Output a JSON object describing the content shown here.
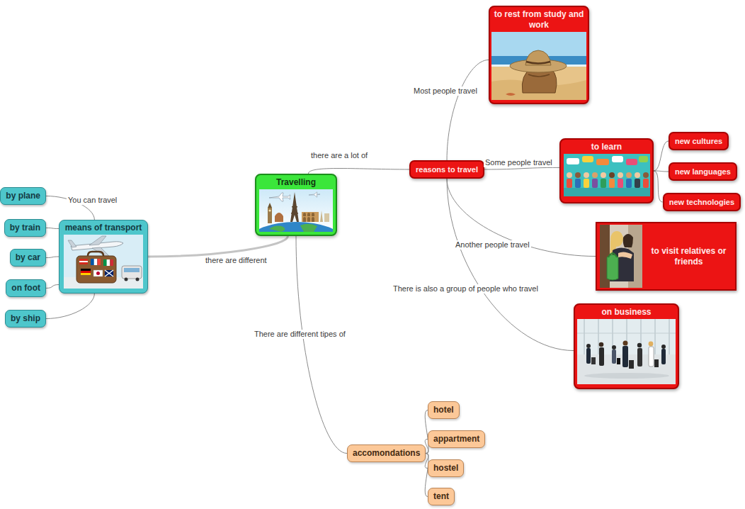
{
  "diagram": {
    "nodes": [
      {
        "text": [
          "Travelling"
        ]
      },
      {
        "text": [
          "means of transport"
        ]
      },
      {
        "text": [
          "by plane"
        ]
      },
      {
        "text": [
          "by train"
        ]
      },
      {
        "text": [
          "by car"
        ]
      },
      {
        "text": [
          "on foot"
        ]
      },
      {
        "text": [
          "by ship"
        ]
      },
      {
        "text": [
          "reasons to travel"
        ]
      },
      {
        "text": [
          "to rest from study and work"
        ]
      },
      {
        "text": [
          "to learn"
        ]
      },
      {
        "text": [
          "new cultures"
        ]
      },
      {
        "text": [
          "new languages"
        ]
      },
      {
        "text": [
          "new technologies"
        ]
      },
      {
        "text": [
          "to visit relatives or friends"
        ]
      },
      {
        "text": [
          "on business"
        ]
      },
      {
        "text": [
          "accomondations"
        ]
      },
      {
        "text": [
          "hotel"
        ]
      },
      {
        "text": [
          "appartment"
        ]
      },
      {
        "text": [
          "hostel"
        ]
      },
      {
        "text": [
          "tent"
        ]
      }
    ],
    "edges": [
      {
        "from": 0,
        "to": 1,
        "arrow": "none",
        "label": "there are different"
      },
      {
        "from": 1,
        "to": 2,
        "arrow": "none",
        "label": "You can travel"
      },
      {
        "from": 1,
        "to": 3,
        "arrow": "none"
      },
      {
        "from": 1,
        "to": 4,
        "arrow": "none"
      },
      {
        "from": 1,
        "to": 5,
        "arrow": "none"
      },
      {
        "from": 1,
        "to": 6,
        "arrow": "none"
      },
      {
        "from": 0,
        "to": 7,
        "arrow": "none",
        "label": "there are a lot of"
      },
      {
        "from": 7,
        "to": 8,
        "arrow": "none",
        "label": "Most people travel"
      },
      {
        "from": 7,
        "to": 9,
        "arrow": "none",
        "label": "Some people travel"
      },
      {
        "from": 9,
        "to": 10,
        "arrow": "none"
      },
      {
        "from": 9,
        "to": 11,
        "arrow": "none"
      },
      {
        "from": 9,
        "to": 12,
        "arrow": "none"
      },
      {
        "from": 7,
        "to": 13,
        "arrow": "none",
        "label": "Another people travel"
      },
      {
        "from": 7,
        "to": 14,
        "arrow": "none",
        "label": "There is also a group of people who travel"
      },
      {
        "from": 0,
        "to": 15,
        "arrow": "none",
        "label": "There are different tipes of"
      },
      {
        "from": 15,
        "to": 16,
        "arrow": "none"
      },
      {
        "from": 15,
        "to": 17,
        "arrow": "none"
      },
      {
        "from": 15,
        "to": 18,
        "arrow": "none"
      },
      {
        "from": 15,
        "to": 19,
        "arrow": "none"
      }
    ]
  }
}
